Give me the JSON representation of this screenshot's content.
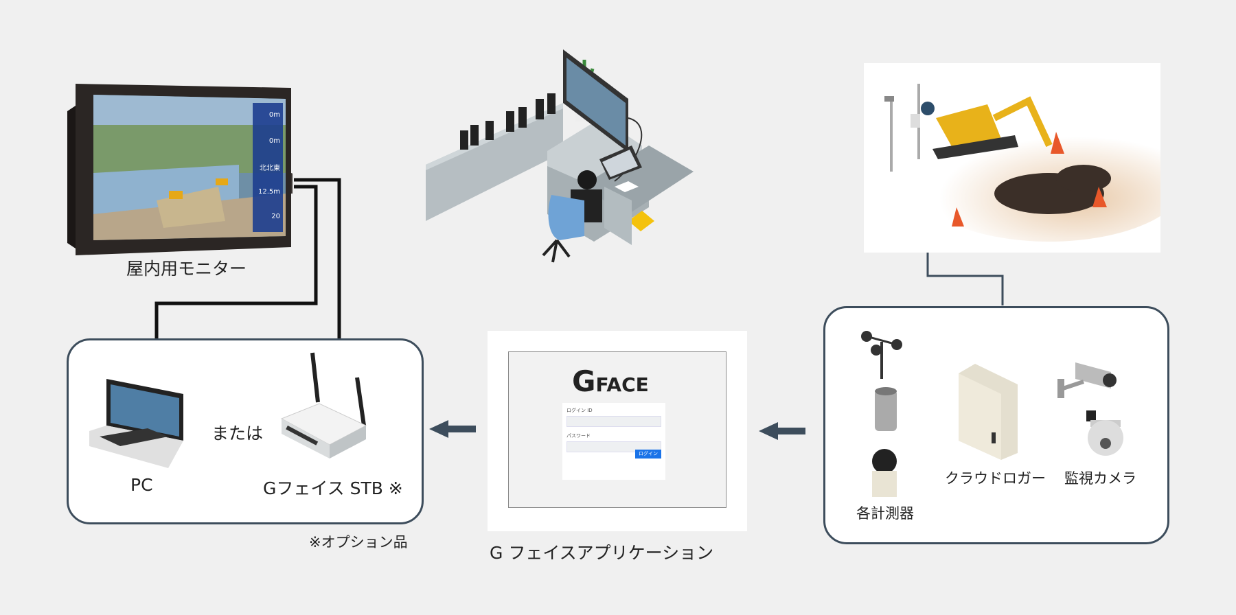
{
  "labels": {
    "monitor": "屋内用モニター",
    "pc": "PC",
    "or": "または",
    "stb": "Gフェイス STB ※",
    "option_note": "※オプション品",
    "app": "G フェイスアプリケーション",
    "sensors": "各計測器",
    "logger": "クラウドロガー",
    "camera": "監視カメラ"
  },
  "app_screen": {
    "logo_g": "G",
    "logo_text": "FACE",
    "login_id_label": "ログイン ID",
    "password_label": "パスワード",
    "login_button": "ログイン"
  },
  "monitor_panel": [
    "0m",
    "0m",
    "北北東",
    "12.5m",
    "20"
  ],
  "colors": {
    "line": "#3d4d5c",
    "arrow": "#3d4d5c",
    "login_button": "#1a73e8",
    "excavator": "#e8b21a",
    "cone": "#e8582a"
  },
  "icons": [
    "monitor-icon",
    "laptop-icon",
    "router-icon",
    "office-worker-illustration",
    "construction-site-illustration",
    "anemometer-icon",
    "sensor-cylinder-icon",
    "sensor-dome-icon",
    "cloud-logger-icon",
    "security-camera-icon",
    "dome-camera-icon",
    "arrow-left-icon"
  ]
}
